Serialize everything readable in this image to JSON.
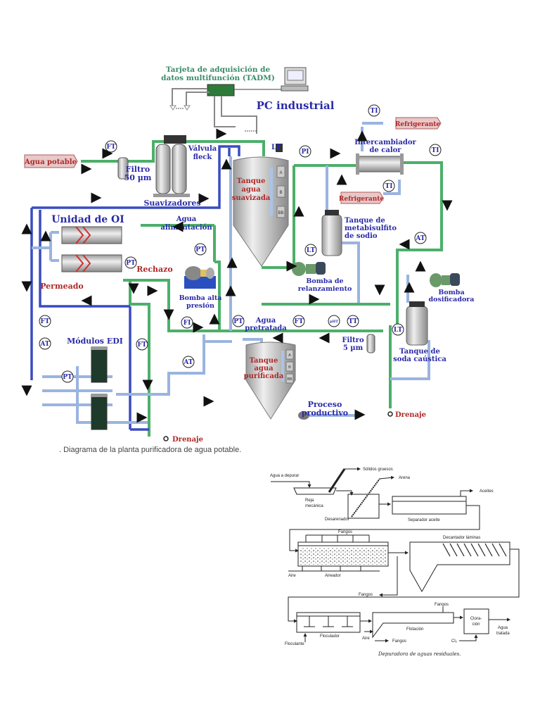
{
  "diagram1": {
    "caption": ". Diagrama de la planta purificadora de agua potable.",
    "daq_card": {
      "line1": "Tarjeta de adquisición de",
      "line2": "datos multifunción (TADM)"
    },
    "pc_label": "PC industrial",
    "inputs": {
      "agua_potable": "Agua potable",
      "refrigerante_top": "Refrigerante",
      "refrigerante_mid": "Refrigerante"
    },
    "labels": {
      "filtro50": [
        "Filtro",
        "50 µm"
      ],
      "valvula": [
        "Válvula",
        "fleck"
      ],
      "suavizadores": "Suavizadores",
      "tanque_suavizada": [
        "Tanque",
        "agua",
        "suavizada"
      ],
      "intercambiador": [
        "Intercambiador",
        "de calor"
      ],
      "metabisulfito": [
        "Tanque de",
        "metabisulfito",
        "de sodio"
      ],
      "unidad_oi": "Unidad de OI",
      "agua_alimentacion": [
        "Agua",
        "alimentación"
      ],
      "rechazo": "Rechazo",
      "permeado": "Permeado",
      "bomba_alta": [
        "Bomba alta",
        "presión"
      ],
      "bomba_relanz": [
        "Bomba de",
        "relanzamiento"
      ],
      "bomba_dosif": [
        "Bomba",
        "dosificadora"
      ],
      "agua_pretratada": [
        "Agua",
        "pretratada"
      ],
      "filtro5": [
        "Filtro",
        "5 µm"
      ],
      "soda": [
        "Tanque de",
        "soda caústica"
      ],
      "modulos_edi": "Módulos EDI",
      "tanque_purificada": [
        "Tanque",
        "agua",
        "purificada"
      ],
      "proceso": [
        "Proceso",
        "productivo"
      ],
      "drenaje_left": "Drenaje",
      "drenaje_right": "Drenaje"
    },
    "tank_buttons": [
      "A",
      "B",
      "BB"
    ],
    "instruments": {
      "ft_inlet": "FT",
      "lt_suav": "LT",
      "pi_main": "PI",
      "ti_top": "TI",
      "ti_right": "TI",
      "ti_mid": "TI",
      "pt_feed": "PT",
      "pt_oi": "PT",
      "lt_meta": "LT",
      "at_right": "AT",
      "fi": "FI",
      "pt_pre": "PT",
      "ft_pre": "FT",
      "ph": "pHT",
      "tt": "TT",
      "lt_soda": "LT",
      "ft_left": "FT",
      "at_left": "AT",
      "pt_edi": "PT",
      "ft_edi": "FT",
      "at_edi": "AT"
    }
  },
  "diagram2": {
    "caption": "Depuradora de aguas residuales.",
    "labels": {
      "agua_depurar": "Agua a depurar",
      "solidos": "Sólidos gruesos",
      "arena": "Arena",
      "aceites": "Aceites",
      "reja": [
        "Reja",
        "mecánica"
      ],
      "desarenador": "Desarenador",
      "separador": "Separador aceite",
      "fangos_top": "Fangos",
      "decantador": "Decantador láminas",
      "aire1": "Aire",
      "aireador": "Aireador",
      "fangos_mid": "Fangos",
      "fangos_flot": "Fangos",
      "cloracion": [
        "Clora-",
        "ción"
      ],
      "agua_tratada": [
        "Agua",
        "tratada"
      ],
      "floculador": "Floculador",
      "flotacion": "Flotación",
      "aire2": "Aire",
      "fangos_bottom": "Fangos",
      "floculante": "Floculante",
      "cl2": "Cl₂"
    }
  },
  "colors": {
    "pipe_green": "#4caf6a",
    "pipe_blue": "#3a4cc0",
    "pipe_light": "#9ab4e0",
    "label_blue": "#2a2aa8",
    "label_red": "#b02828",
    "tag_fill": "#e8c8c8"
  }
}
